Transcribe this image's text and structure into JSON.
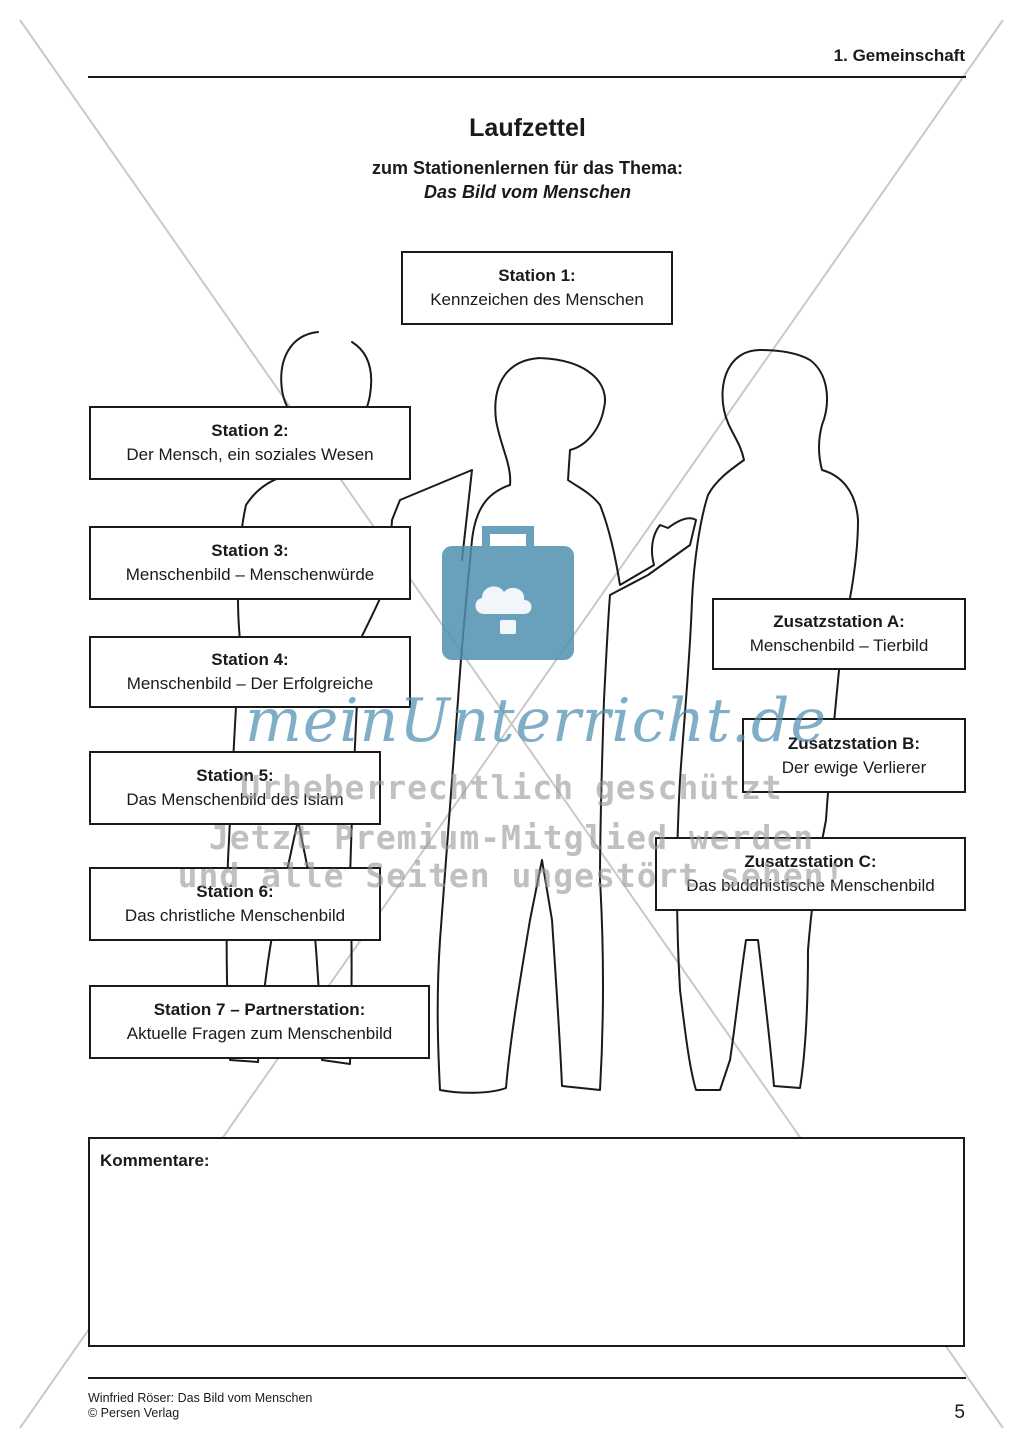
{
  "header": {
    "section": "1. Gemeinschaft"
  },
  "title": "Laufzettel",
  "subtitle": "zum Stationenlernen für das Thema:",
  "topic": "Das Bild vom Menschen",
  "stations": [
    {
      "label": "Station 1:",
      "text": "Kennzeichen des Menschen"
    },
    {
      "label": "Station 2:",
      "text": "Der Mensch, ein soziales Wesen"
    },
    {
      "label": "Station 3:",
      "text": "Menschenbild – Menschenwürde"
    },
    {
      "label": "Station 4:",
      "text": "Menschenbild – Der Erfolgreiche"
    },
    {
      "label": "Station 5:",
      "text": "Das Menschenbild des Islam"
    },
    {
      "label": "Station 6:",
      "text": "Das christliche Menschenbild"
    },
    {
      "label": "Station 7 – Partnerstation:",
      "text": "Aktuelle Fragen zum Menschenbild"
    }
  ],
  "extra_stations": [
    {
      "label": "Zusatzstation A:",
      "text": "Menschenbild – Tierbild"
    },
    {
      "label": "Zusatzstation B:",
      "text": "Der ewige Verlierer"
    },
    {
      "label": "Zusatzstation C:",
      "text": "Das buddhistische Menschenbild"
    }
  ],
  "comments": {
    "label": "Kommentare:"
  },
  "footer": {
    "author_title": "Winfried Röser: Das Bild vom Menschen",
    "publisher": "© Persen Verlag",
    "page_number": "5"
  },
  "watermark": {
    "logo_text": "meinUnterricht.de",
    "line1": "Urheberrechtlich geschützt",
    "line2": "Jetzt Premium-Mitglied werden",
    "line3": "und alle Seiten ungestört sehen!",
    "color": "#4f8fb0"
  }
}
